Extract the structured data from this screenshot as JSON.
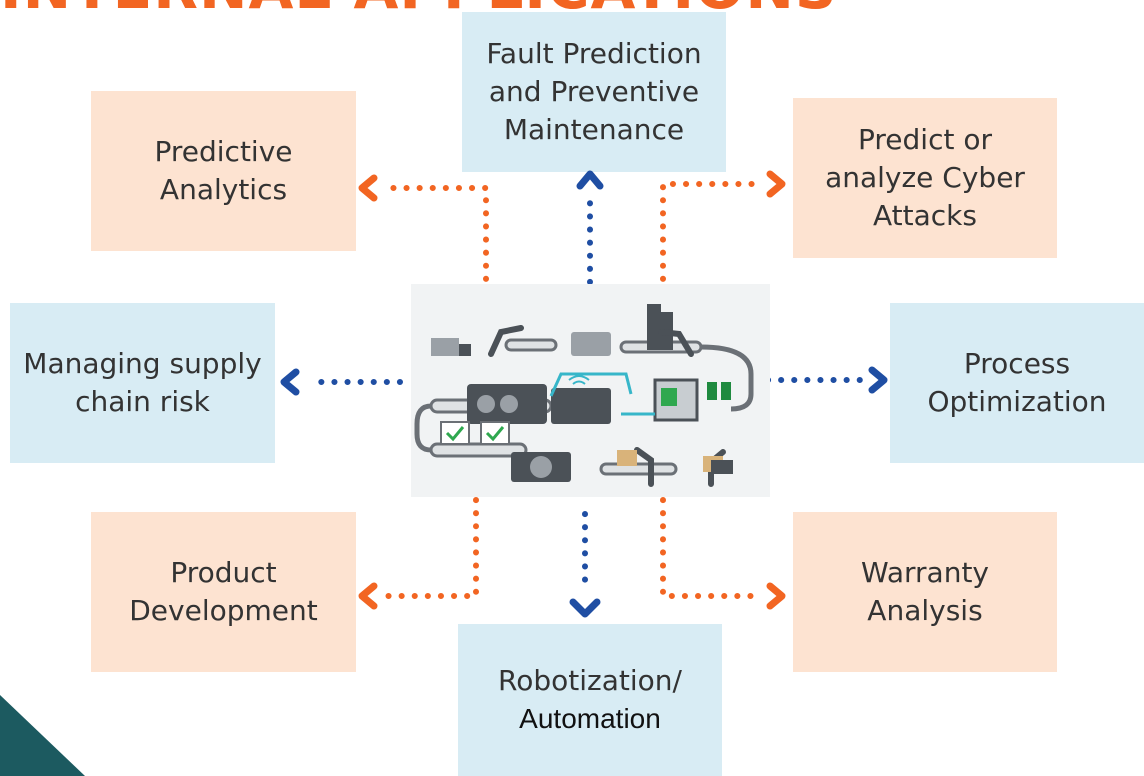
{
  "title": "INTERNAL APPLICATIONS",
  "center": {
    "icon": "smart-factory-illustration"
  },
  "boxes": {
    "fault_prediction": {
      "lines": [
        "Fault Prediction",
        "and Preventive",
        "Maintenance"
      ]
    },
    "predictive_analytics": {
      "lines": [
        "Predictive",
        "Analytics"
      ]
    },
    "cyber_attacks": {
      "lines": [
        "Predict or",
        "analyze Cyber",
        "Attacks"
      ]
    },
    "supply_chain": {
      "lines": [
        "Managing supply",
        "chain risk"
      ]
    },
    "process_optimization": {
      "lines": [
        "Process",
        "Optimization"
      ]
    },
    "product_development": {
      "lines": [
        "Product",
        "Development"
      ]
    },
    "warranty_analysis": {
      "lines": [
        "Warranty",
        "Analysis"
      ]
    },
    "robotization": {
      "lines": [
        "Robotization/",
        "Automation"
      ]
    }
  },
  "colors": {
    "orange": "#f26522",
    "blue": "#1f4ea3",
    "orange_box": "#fde3d1",
    "blue_box": "#d8ecf4",
    "corner": "#1c5a60"
  }
}
